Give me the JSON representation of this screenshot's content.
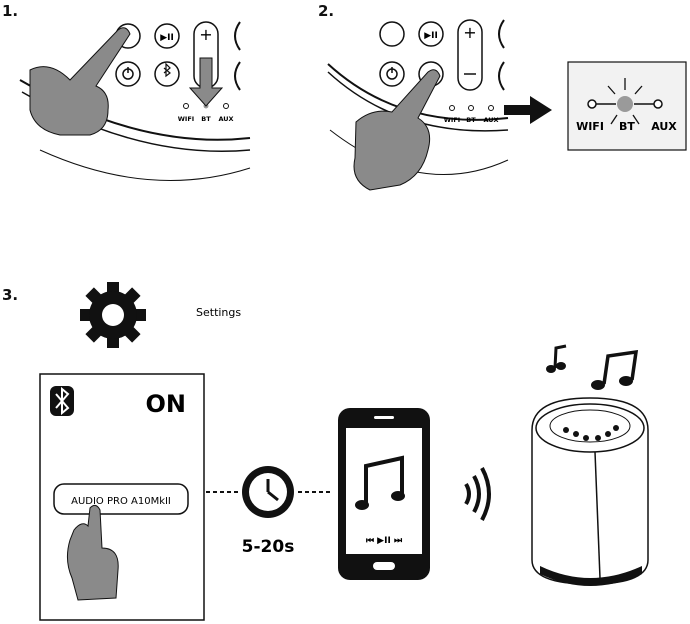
{
  "steps": [
    "1.",
    "2.",
    "3."
  ],
  "panel1": {
    "leds": [
      "WIFI",
      "BT",
      "AUX"
    ]
  },
  "panel2": {
    "leds": [
      "WIFI",
      "BT",
      "AUX"
    ],
    "zoom_leds": [
      "WIFI",
      "BT",
      "AUX"
    ]
  },
  "panel3": {
    "settings_label": "Settings",
    "bt_status": "ON",
    "device_name": "AUDIO PRO A10MkII",
    "wait_time": "5-20s"
  },
  "colors": {
    "ink": "#111111",
    "hand": "#8a8a8a",
    "led_gray": "#9a9a9a",
    "zoom_bg": "#f2f2f2"
  },
  "icons": [
    "hand-icon",
    "down-arrow-icon",
    "right-arrow-icon",
    "gear-icon",
    "bluetooth-icon",
    "clock-icon",
    "music-note-icon",
    "wireless-signal-icon",
    "speaker-icon",
    "smartphone-icon"
  ]
}
